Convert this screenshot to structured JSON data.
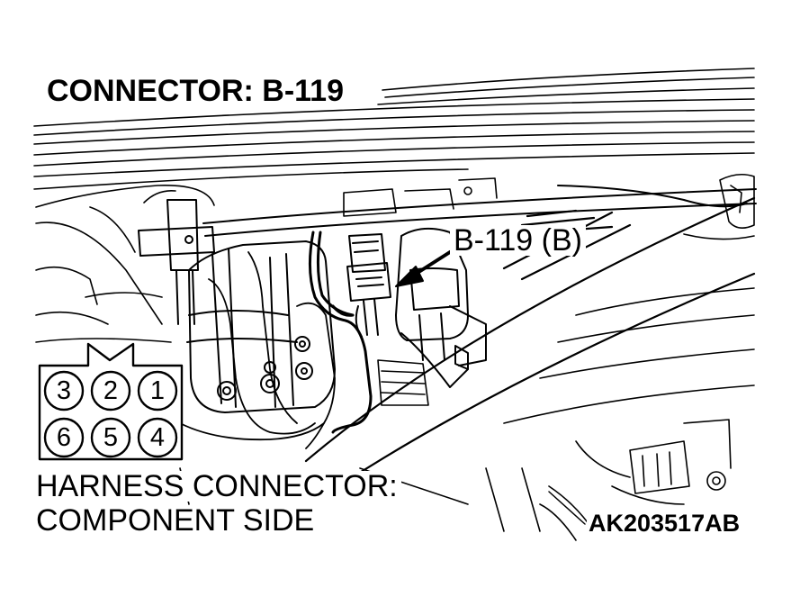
{
  "title": "CONNECTOR: B-119",
  "callout": "B-119 (B)",
  "connector_face": {
    "top_row": [
      "3",
      "2",
      "1"
    ],
    "bottom_row": [
      "6",
      "5",
      "4"
    ]
  },
  "harness_label": {
    "line1": "HARNESS CONNECTOR:",
    "line2": "COMPONENT SIDE"
  },
  "figure_id": "AK203517AB"
}
